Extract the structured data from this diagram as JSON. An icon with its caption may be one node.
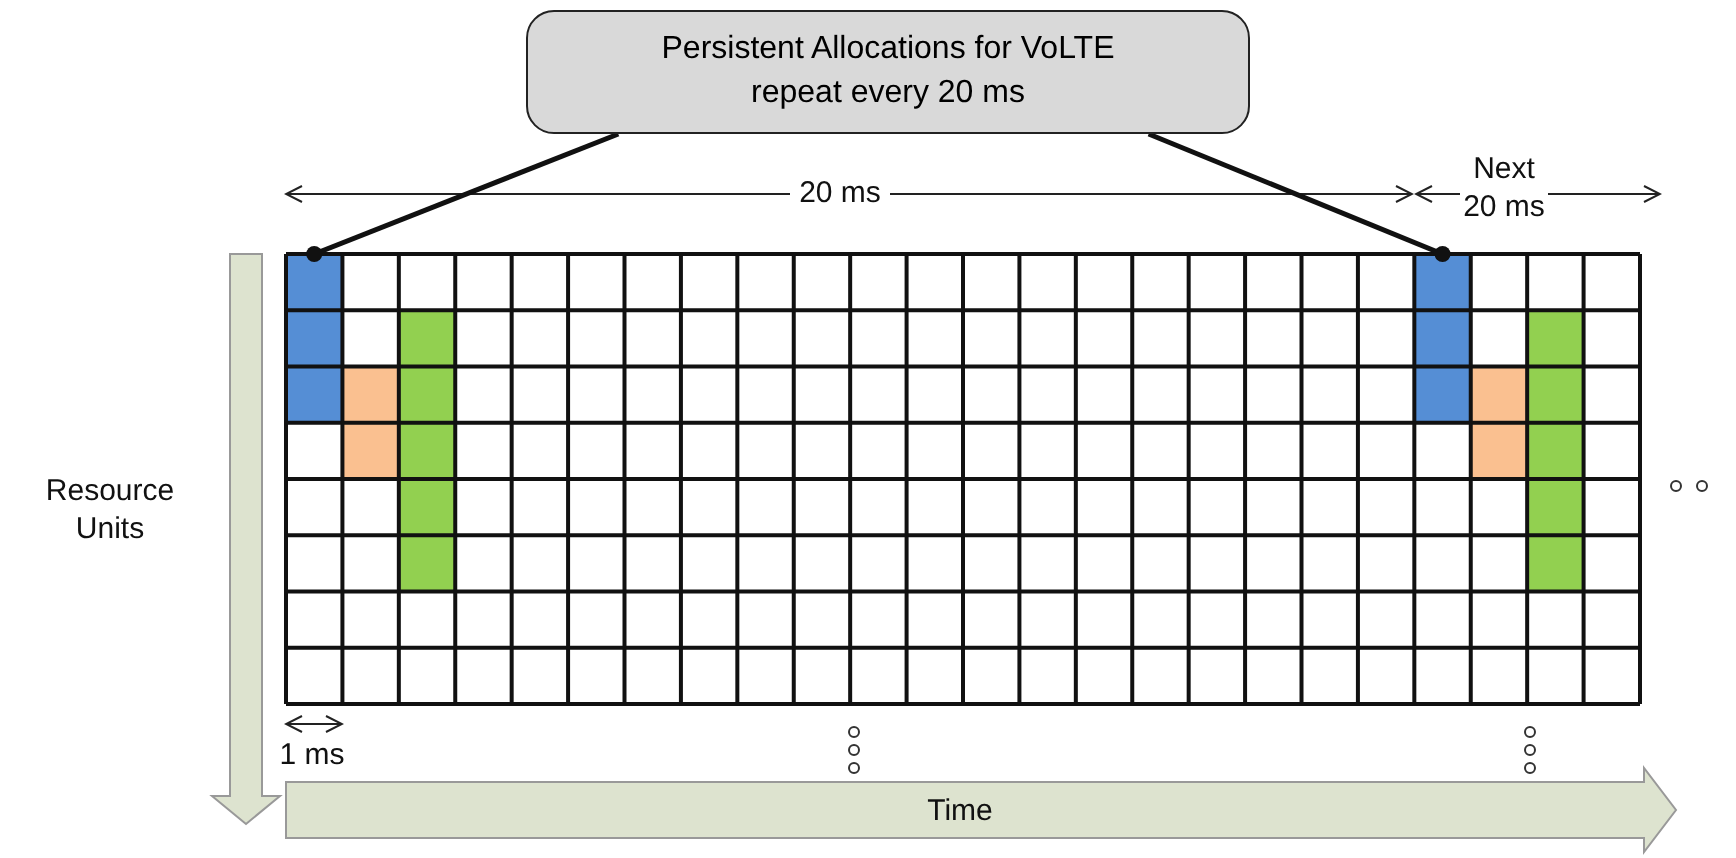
{
  "diagram": {
    "nodes": [
      {
        "text": [
          "Persistent Allocations for VoLTE repeat every 20 ms"
        ]
      },
      {
        "text": [],
        "shape": "box"
      },
      {
        "text": [],
        "shape": "box"
      }
    ],
    "edges": [
      {
        "from": 0,
        "to": 1,
        "arrow": "other"
      },
      {
        "from": 0,
        "to": 2,
        "arrow": "other"
      }
    ],
    "labels": [
      "20 ms",
      "Next 20 ms",
      "Resource Units",
      "1 ms",
      "Time"
    ]
  }
}
